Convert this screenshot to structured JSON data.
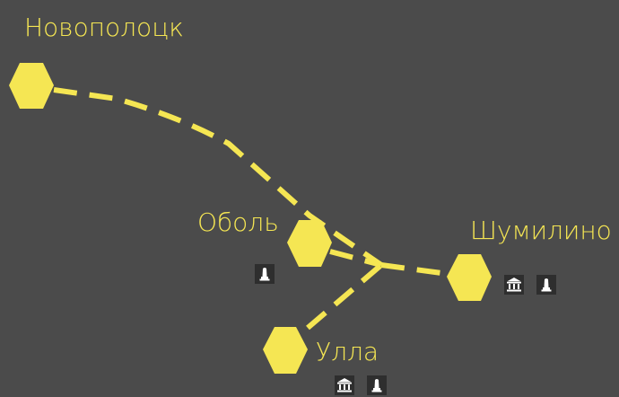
{
  "colors": {
    "background": "#4b4b4b",
    "route": "#f5e653",
    "station": "#f5e653",
    "label": "#f5e653",
    "icon_background": "#2e2e2e",
    "icon_foreground": "#ffffff"
  },
  "stations": [
    {
      "id": "novopolotsk",
      "name": "Новополоцк",
      "icons": []
    },
    {
      "id": "obol",
      "name": "Оболь",
      "icons": [
        "monument-icon"
      ]
    },
    {
      "id": "shumilino",
      "name": "Шумилино",
      "icons": [
        "museum-icon",
        "monument-icon"
      ]
    },
    {
      "id": "ulla",
      "name": "Улла",
      "icons": [
        "museum-icon",
        "monument-icon"
      ]
    }
  ]
}
